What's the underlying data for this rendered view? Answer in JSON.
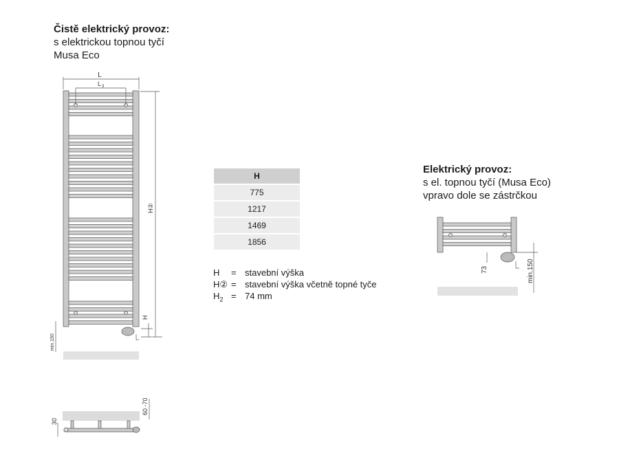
{
  "left_section": {
    "heading": "Čistě elektrický provoz:",
    "line1": "s elektrickou topnou tyčí",
    "line2": "Musa Eco",
    "dims": {
      "L": "L",
      "L3": "L",
      "L3_sub": "3",
      "H": "H②",
      "H2": "H",
      "H2_sub": "2",
      "min": "min.150",
      "depth": "60 -70",
      "thick": "30"
    }
  },
  "table": {
    "header": "H",
    "rows": [
      "775",
      "1217",
      "1469",
      "1856"
    ]
  },
  "legend": [
    {
      "key": "H",
      "eq": "=",
      "text": "stavební výška"
    },
    {
      "key": "H②",
      "eq": "=",
      "text": "stavební výška včetně topné tyče"
    },
    {
      "key": "H",
      "sub": "2",
      "eq": "=",
      "text": "74 mm"
    }
  ],
  "right_section": {
    "heading": "Elektrický provoz:",
    "line1": "s el. topnou tyčí (Musa Eco)",
    "line2": "vpravo dole se zástrčkou",
    "dims": {
      "h73": "73",
      "min": "min.150"
    }
  }
}
